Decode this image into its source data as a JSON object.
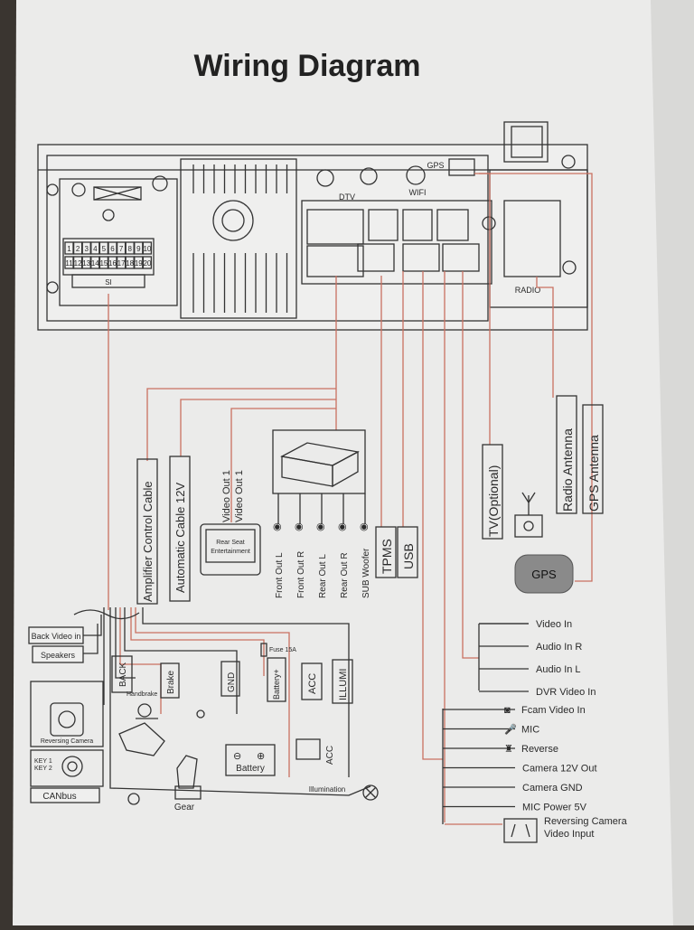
{
  "title": "Wiring Diagram",
  "head_unit": {
    "labels": {
      "dtv": "DTV",
      "wifi": "WIFI",
      "gps": "GPS",
      "radio": "RADIO",
      "si": "SI"
    },
    "pins": [
      "1",
      "2",
      "3",
      "4",
      "5",
      "6",
      "7",
      "8",
      "9",
      "10",
      "11",
      "12",
      "13",
      "14",
      "15",
      "16",
      "17",
      "18",
      "19",
      "20"
    ]
  },
  "cables": {
    "amplifier": "Amplifier Control Cable",
    "automatic": "Automatic Cable 12V",
    "video_out_1a": "Video Out 1",
    "video_out_1b": "Video Out 1",
    "tpms": "TPMS",
    "usb": "USB",
    "tv": "TV(Optional)",
    "radio_antenna": "Radio Antenna",
    "gps_antenna": "GPS Antenna",
    "gps_module": "GPS",
    "rear_seat_1": "Rear Seat",
    "rear_seat_2": "Entertainment"
  },
  "audio_outputs": [
    "Front Out L",
    "Front Out R",
    "Rear Out L",
    "Rear Out R",
    "SUB Woofer"
  ],
  "left_boxes": {
    "back_video_in": "Back Video in",
    "speakers": "Speakers",
    "reversing_camera": "Reversing Camera",
    "key1": "KEY 1",
    "key2": "KEY 2",
    "canbus": "CANbus"
  },
  "harness": {
    "back": "BACK",
    "brake": "Brake",
    "handbrake": "Handbrake",
    "gnd": "GND",
    "battery_plus": "Battery+",
    "acc": "ACC",
    "illumi": "ILLUMI",
    "fuse": "Fuse 15A",
    "battery": "Battery",
    "acc_switch": "ACC",
    "illumination": "Illumination",
    "gear": "Gear"
  },
  "right_list_a": [
    "Video In",
    "Audio In R",
    "Audio In L",
    "DVR Video In"
  ],
  "right_list_b": [
    "Fcam Video In",
    "MIC",
    "Reverse",
    "Camera 12V Out",
    "Camera GND",
    "MIC Power 5V"
  ],
  "reversing_camera_input_1": "Reversing Camera",
  "reversing_camera_input_2": "Video Input",
  "colors": {
    "paper": "#ebebea",
    "line": "#333333",
    "red_line": "#c97060",
    "background": "#3a3530"
  }
}
